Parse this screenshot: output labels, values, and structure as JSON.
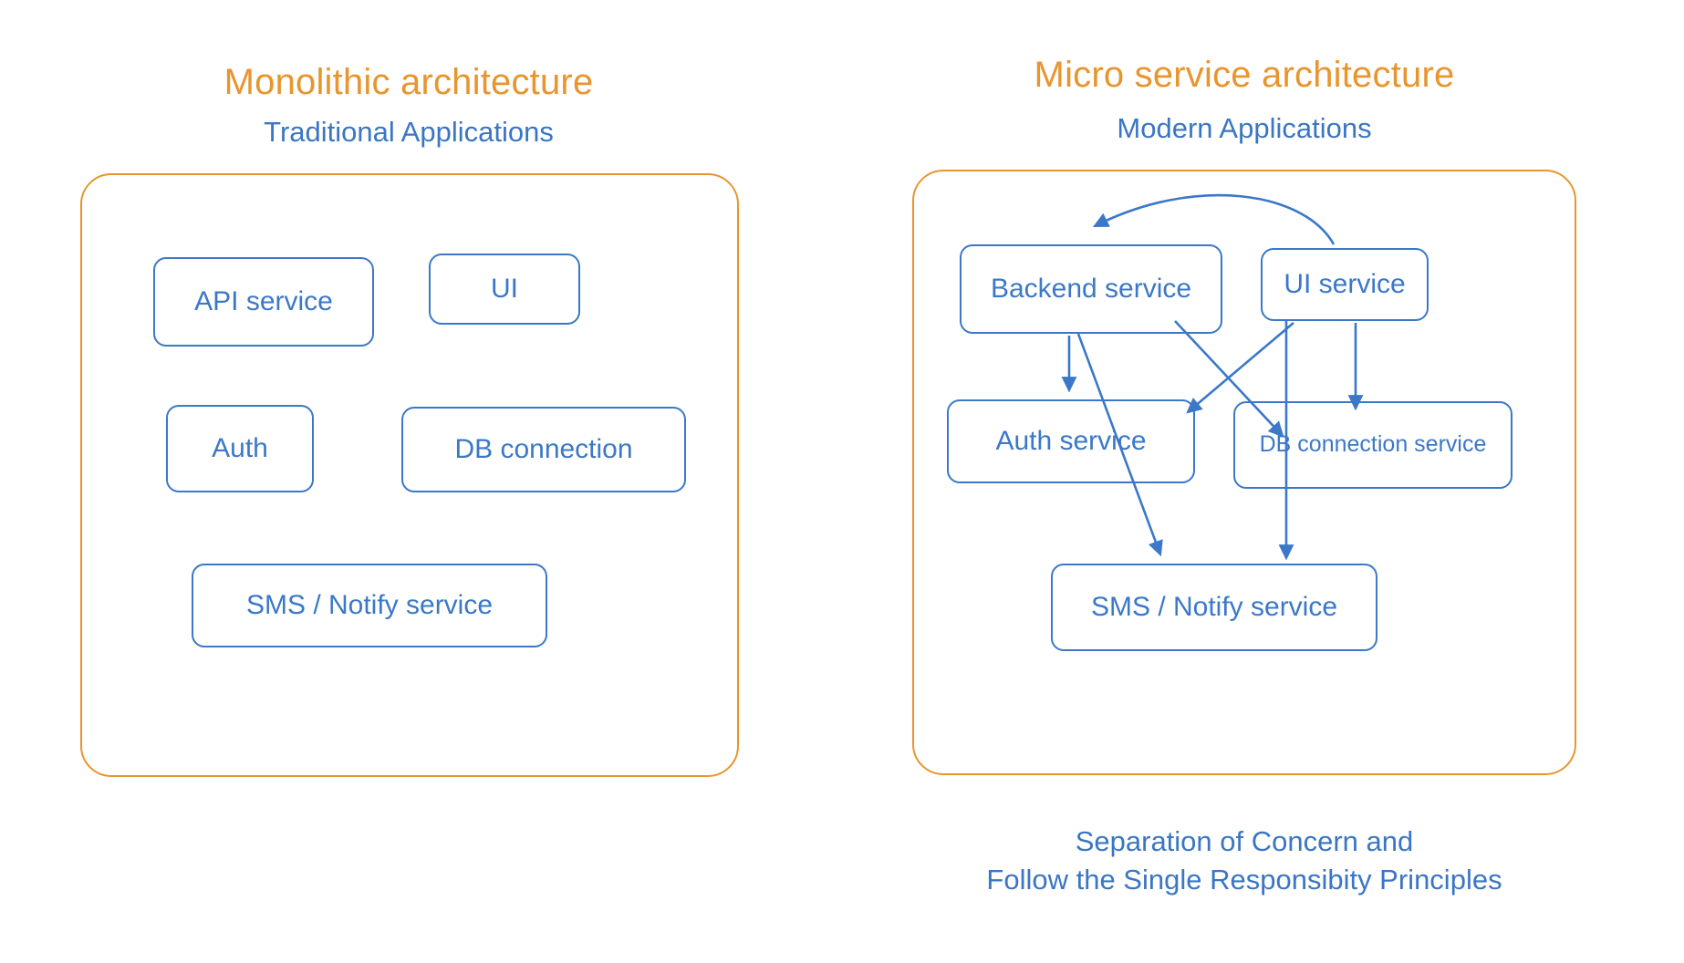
{
  "colors": {
    "orange": "#E8952E",
    "blue": "#3B78C8",
    "text_blue": "#3A76C4",
    "background": "#FFFFFF"
  },
  "left_panel": {
    "title": "Monolithic architecture",
    "subtitle": "Traditional Applications",
    "nodes": [
      {
        "id": "api-service",
        "label": "API service"
      },
      {
        "id": "ui",
        "label": "UI"
      },
      {
        "id": "auth",
        "label": "Auth"
      },
      {
        "id": "db-connection",
        "label": "DB connection"
      },
      {
        "id": "sms-notify-service",
        "label": "SMS / Notify service"
      }
    ]
  },
  "right_panel": {
    "title": "Micro service architecture",
    "subtitle": "Modern Applications",
    "nodes": [
      {
        "id": "backend-service",
        "label": "Backend service"
      },
      {
        "id": "ui-service",
        "label": "UI service"
      },
      {
        "id": "auth-service",
        "label": "Auth service"
      },
      {
        "id": "db-connection-service",
        "label": "DB connection service"
      },
      {
        "id": "sms-notify-service",
        "label": "SMS / Notify service"
      }
    ],
    "caption_line1": "Separation of Concern and",
    "caption_line2": "Follow the Single Responsibity Principles"
  },
  "diagram_data": {
    "type": "diagram",
    "edges": [
      {
        "from": "ui-service",
        "to": "backend-service"
      },
      {
        "from": "backend-service",
        "to": "auth-service"
      },
      {
        "from": "backend-service",
        "to": "sms-notify-service"
      },
      {
        "from": "backend-service",
        "to": "db-connection-service"
      },
      {
        "from": "ui-service",
        "to": "auth-service"
      },
      {
        "from": "ui-service",
        "to": "db-connection-service"
      },
      {
        "from": "ui-service",
        "to": "sms-notify-service"
      }
    ]
  }
}
